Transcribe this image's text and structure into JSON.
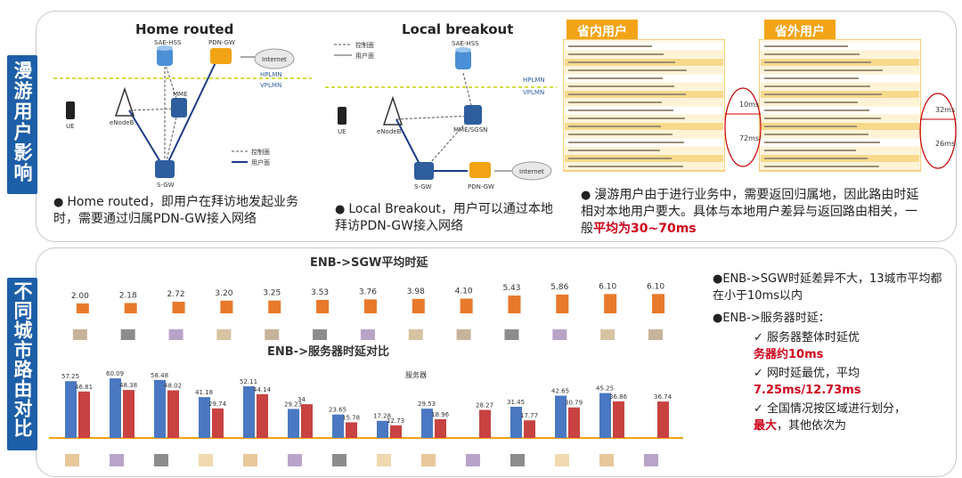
{
  "side_labels": {
    "top": "漫游用户影响",
    "bottom": "不同城市路由对比"
  },
  "top_panel": {
    "home_routed": {
      "title": "Home routed",
      "nodes": [
        "SAE-HSS",
        "PDN-GW",
        "Internet",
        "MME",
        "eNodeB",
        "UE",
        "S-GW",
        "HPLMN",
        "VPLMN"
      ],
      "legend": [
        "控制面",
        "用户面"
      ],
      "bullet": "Home routed，即用户在拜访地发起业务时，需要通过归属PDN-GW接入网络"
    },
    "local_breakout": {
      "title": "Local breakout",
      "nodes": [
        "SAE-HSS",
        "MME/SGSN",
        "eNodeB",
        "UE",
        "S-GW",
        "PDN-GW",
        "Internet",
        "HPLMN",
        "VPLMN"
      ],
      "legend": [
        "控制面",
        "用户面"
      ],
      "bullet": "Local Breakout，用户可以通过本地拜访PDN-GW接入网络"
    },
    "tables": {
      "in_province": "省内用户",
      "out_province": "省外用户",
      "annotations_left": [
        "10ms",
        "72ms"
      ],
      "annotations_right": [
        "32ms",
        "26ms"
      ]
    },
    "conclusion": {
      "text_prefix": "漫游用户由于进行业务中，需要返回归属地，因此路由时延相对本地用户要大。具体与本地用户差异与返回路由相关，一般",
      "text_highlight": "平均为30~70ms"
    }
  },
  "chart_data": [
    {
      "type": "bar",
      "title": "ENB->SGW平均时延",
      "series": [
        {
          "values": [
            2.0,
            2.18,
            2.72,
            3.2,
            3.25,
            3.53,
            3.76,
            3.98,
            4.1,
            5.43,
            5.86,
            6.1,
            6.1
          ]
        }
      ],
      "colors": [
        "#e8792a"
      ],
      "ylim": [
        0,
        7
      ]
    },
    {
      "type": "bar",
      "title": "ENB->服务器时延对比",
      "legend": [
        "服务器"
      ],
      "series": [
        {
          "values": [
            57.25,
            60.09,
            58.48,
            41.18,
            52.11,
            29.23,
            23.65,
            17.28,
            29.53,
            null,
            31.45,
            42.65,
            45.25,
            null
          ]
        },
        {
          "values": [
            46.81,
            48.38,
            48.02,
            29.74,
            44.14,
            34,
            15.78,
            12.73,
            18.96,
            28.27,
            17.77,
            30.79,
            36.86,
            36.74
          ]
        }
      ],
      "colors": [
        "#4a78c2",
        "#c84242"
      ],
      "ylim": [
        0,
        70
      ]
    }
  ],
  "right_notes": {
    "b1": "ENB->SGW时延差异不大，13城市平均都在小于10ms以内",
    "b2": "ENB->服务器时延：",
    "s1_pre": "服务器整体时延优",
    "s1_red": "务器约10ms",
    "s2_pre": "网时延最优，平均",
    "s2_red": "7.25ms/12.73ms",
    "s3_pre": "全国情况按区域进行划分，",
    "s3_red": "最大",
    "s3_post": "，其他依次为"
  }
}
